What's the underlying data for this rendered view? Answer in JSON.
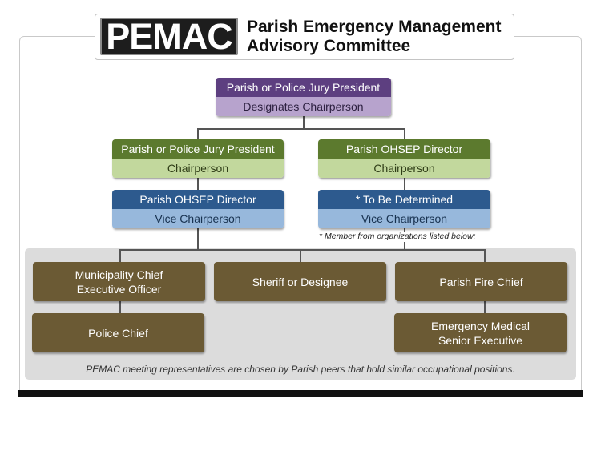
{
  "header": {
    "logo_text": "PEMAC",
    "title_line1": "Parish Emergency Management",
    "title_line2": "Advisory Committee"
  },
  "org_chart": {
    "top": {
      "title": "Parish or Police Jury President",
      "role": "Designates Chairperson"
    },
    "left_chair": {
      "title": "Parish or Police Jury President",
      "role": "Chairperson"
    },
    "right_chair": {
      "title": "Parish OHSEP Director",
      "role": "Chairperson"
    },
    "left_vice": {
      "title": "Parish OHSEP Director",
      "role": "Vice Chairperson"
    },
    "right_vice": {
      "title": "* To Be Determined",
      "role": "Vice Chairperson"
    },
    "member_note": "* Member from organizations listed below:",
    "members": {
      "municipality_line1": "Municipality Chief",
      "municipality_line2": "Executive Officer",
      "sheriff": "Sheriff or Designee",
      "fire_chief": "Parish Fire Chief",
      "police_chief": "Police Chief",
      "ems_line1": "Emergency Medical",
      "ems_line2": "Senior Executive"
    },
    "footnote": "PEMAC meeting representatives are chosen by Parish peers that hold similar occupational positions."
  },
  "colors": {
    "purple_dark": "#5d3f80",
    "purple_light": "#b7a3cd",
    "green_dark": "#5c7a2e",
    "green_light": "#c2d89d",
    "blue_dark": "#2d5a8e",
    "blue_light": "#97b8dc",
    "brown": "#6b5a34",
    "gray_panel": "#dcdcdc"
  }
}
